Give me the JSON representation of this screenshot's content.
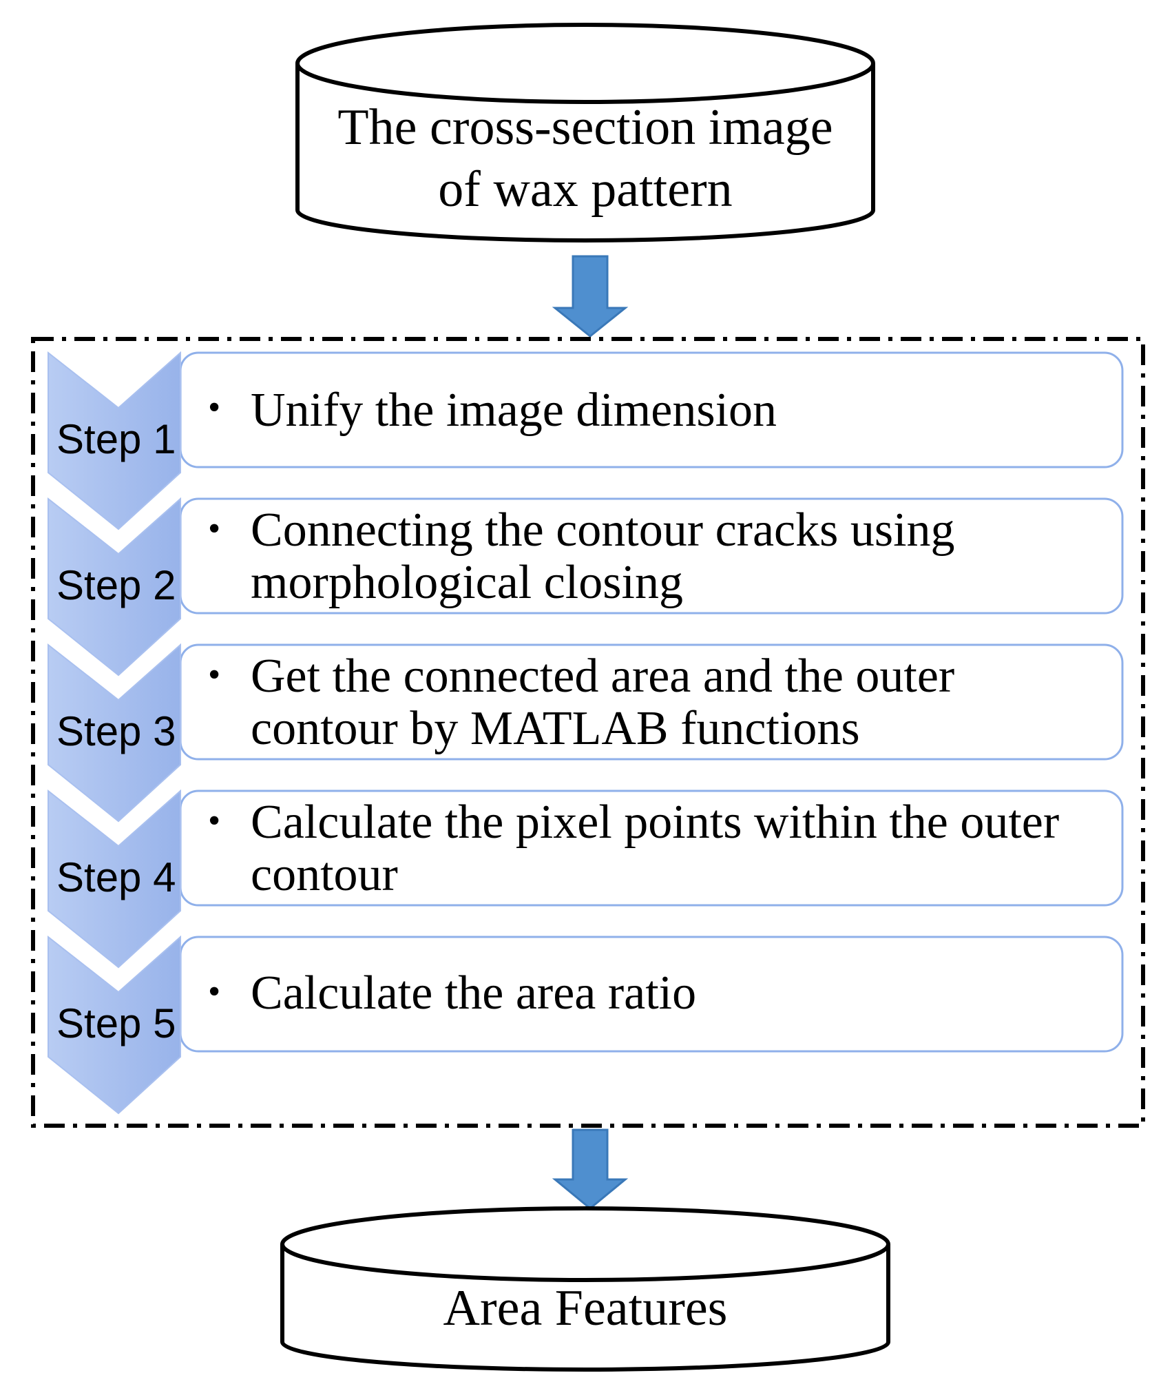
{
  "input": {
    "line1": "The cross-section image",
    "line2": "of wax pattern"
  },
  "steps": [
    {
      "label": "Step 1",
      "text": "Unify the image dimension"
    },
    {
      "label": "Step 2",
      "text": "Connecting the contour cracks using morphological closing"
    },
    {
      "label": "Step 3",
      "text": "Get the connected area and the outer contour by MATLAB functions"
    },
    {
      "label": "Step 4",
      "text": "Calculate the pixel points within the outer contour"
    },
    {
      "label": "Step 5",
      "text": "Calculate the area ratio"
    }
  ],
  "output": {
    "label": "Area Features"
  },
  "colors": {
    "arrow": "#4f8fcf",
    "chevron_light": "#c7d6f5",
    "chevron_dark": "#8eabe8",
    "box_border": "#8fb0ea",
    "dash_border": "#000000"
  }
}
